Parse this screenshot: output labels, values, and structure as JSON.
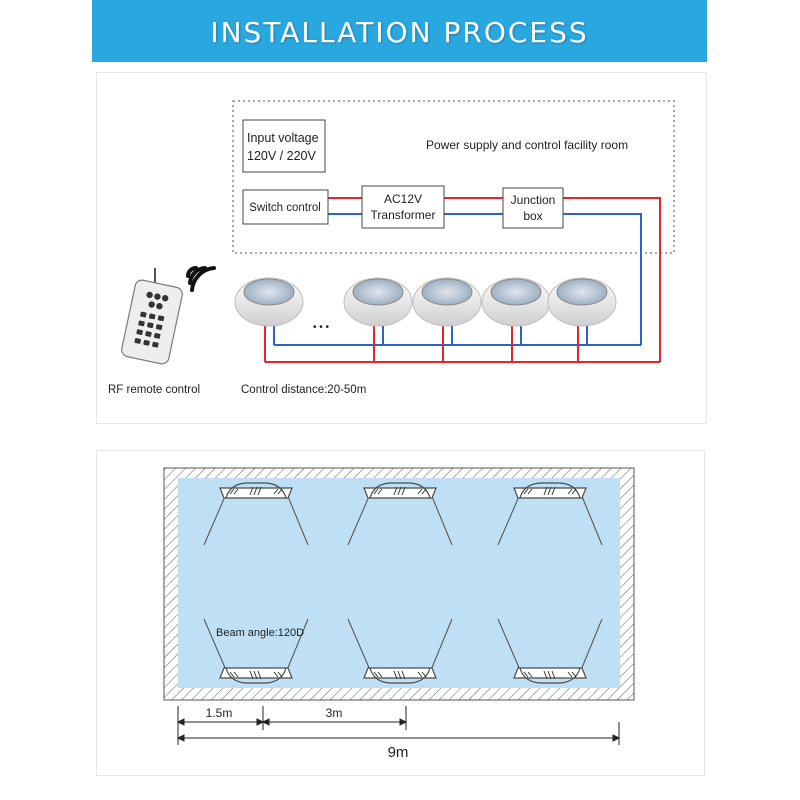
{
  "header": {
    "title": "INSTALLATION PROCESS"
  },
  "wiring": {
    "facility_room_label": "Power supply and control facility room",
    "input_voltage": {
      "line1": "Input voltage",
      "line2": "120V / 220V"
    },
    "switch_control": "Switch control",
    "transformer": {
      "line1": "AC12V",
      "line2": "Transformer"
    },
    "junction_box": {
      "line1": "Junction",
      "line2": "box"
    },
    "ellipsis": "• • •",
    "remote_label": "RF remote control",
    "control_distance": "Control distance:20-50m"
  },
  "pool": {
    "beam_angle": "Beam angle:120D",
    "dimensions": {
      "edge_spacing": "1.5m",
      "light_spacing": "3m",
      "total_length": "9m"
    }
  },
  "colors": {
    "header_bg": "#29a8e0",
    "wire_red": "#e2262b",
    "wire_blue": "#2b63c8",
    "water": "#bfe0f4"
  }
}
